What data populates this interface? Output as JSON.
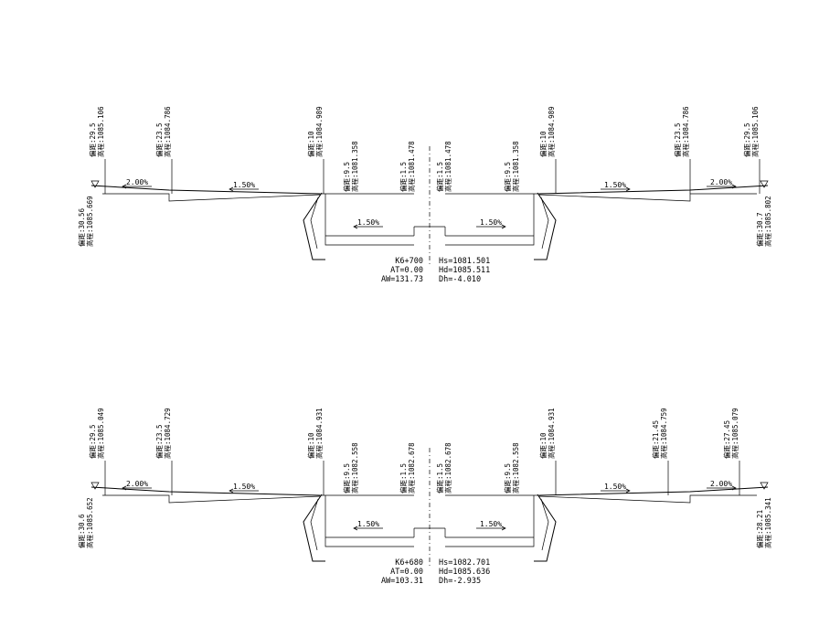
{
  "sections": [
    {
      "station": "K6+700",
      "at": "AT=0.00",
      "aw": "AW=131.73",
      "hs": "Hs=1081.501",
      "hd": "Hd=1085.511",
      "dh": "Dh=-4.010",
      "top_labels": [
        {
          "dist": "偏距:29.5",
          "elev": "高程:1085.106"
        },
        {
          "dist": "偏距:23.5",
          "elev": "高程:1084.786"
        },
        {
          "dist": "偏距:10",
          "elev": "高程:1084.989"
        },
        {
          "dist": "偏距:9.5",
          "elev": "高程:1081.358"
        },
        {
          "dist": "偏距:1.5",
          "elev": "高程:1081.478"
        },
        {
          "dist": "偏距:1.5",
          "elev": "高程:1081.478"
        },
        {
          "dist": "偏距:9.5",
          "elev": "高程:1081.358"
        },
        {
          "dist": "偏距:10",
          "elev": "高程:1084.989"
        },
        {
          "dist": "偏距:23.5",
          "elev": "高程:1084.786"
        },
        {
          "dist": "偏距:29.5",
          "elev": "高程:1085.106"
        }
      ],
      "bottom_labels": [
        {
          "dist": "偏距:30.56",
          "elev": "高程:1085.669"
        },
        {
          "dist": "偏距:30.7",
          "elev": "高程:1085.802"
        }
      ],
      "slopes": [
        "2.00%",
        "1.50%",
        "1.50%",
        "1.50%",
        "1.50%",
        "2.00%"
      ]
    },
    {
      "station": "K6+680",
      "at": "AT=0.00",
      "aw": "AW=103.31",
      "hs": "Hs=1082.701",
      "hd": "Hd=1085.636",
      "dh": "Dh=-2.935",
      "top_labels": [
        {
          "dist": "偏距:29.5",
          "elev": "高程:1085.049"
        },
        {
          "dist": "偏距:23.5",
          "elev": "高程:1084.729"
        },
        {
          "dist": "偏距:10",
          "elev": "高程:1084.931"
        },
        {
          "dist": "偏距:9.5",
          "elev": "高程:1082.558"
        },
        {
          "dist": "偏距:1.5",
          "elev": "高程:1082.678"
        },
        {
          "dist": "偏距:1.5",
          "elev": "高程:1082.678"
        },
        {
          "dist": "偏距:9.5",
          "elev": "高程:1082.558"
        },
        {
          "dist": "偏距:10",
          "elev": "高程:1084.931"
        },
        {
          "dist": "偏距:21.45",
          "elev": "高程:1084.759"
        },
        {
          "dist": "偏距:27.45",
          "elev": "高程:1085.079"
        }
      ],
      "bottom_labels": [
        {
          "dist": "偏距:30.6",
          "elev": "高程:1085.652"
        },
        {
          "dist": "偏距:28.21",
          "elev": "高程:1085.341"
        }
      ],
      "slopes": [
        "2.00%",
        "1.50%",
        "1.50%",
        "1.50%",
        "1.50%",
        "2.00%"
      ]
    }
  ]
}
